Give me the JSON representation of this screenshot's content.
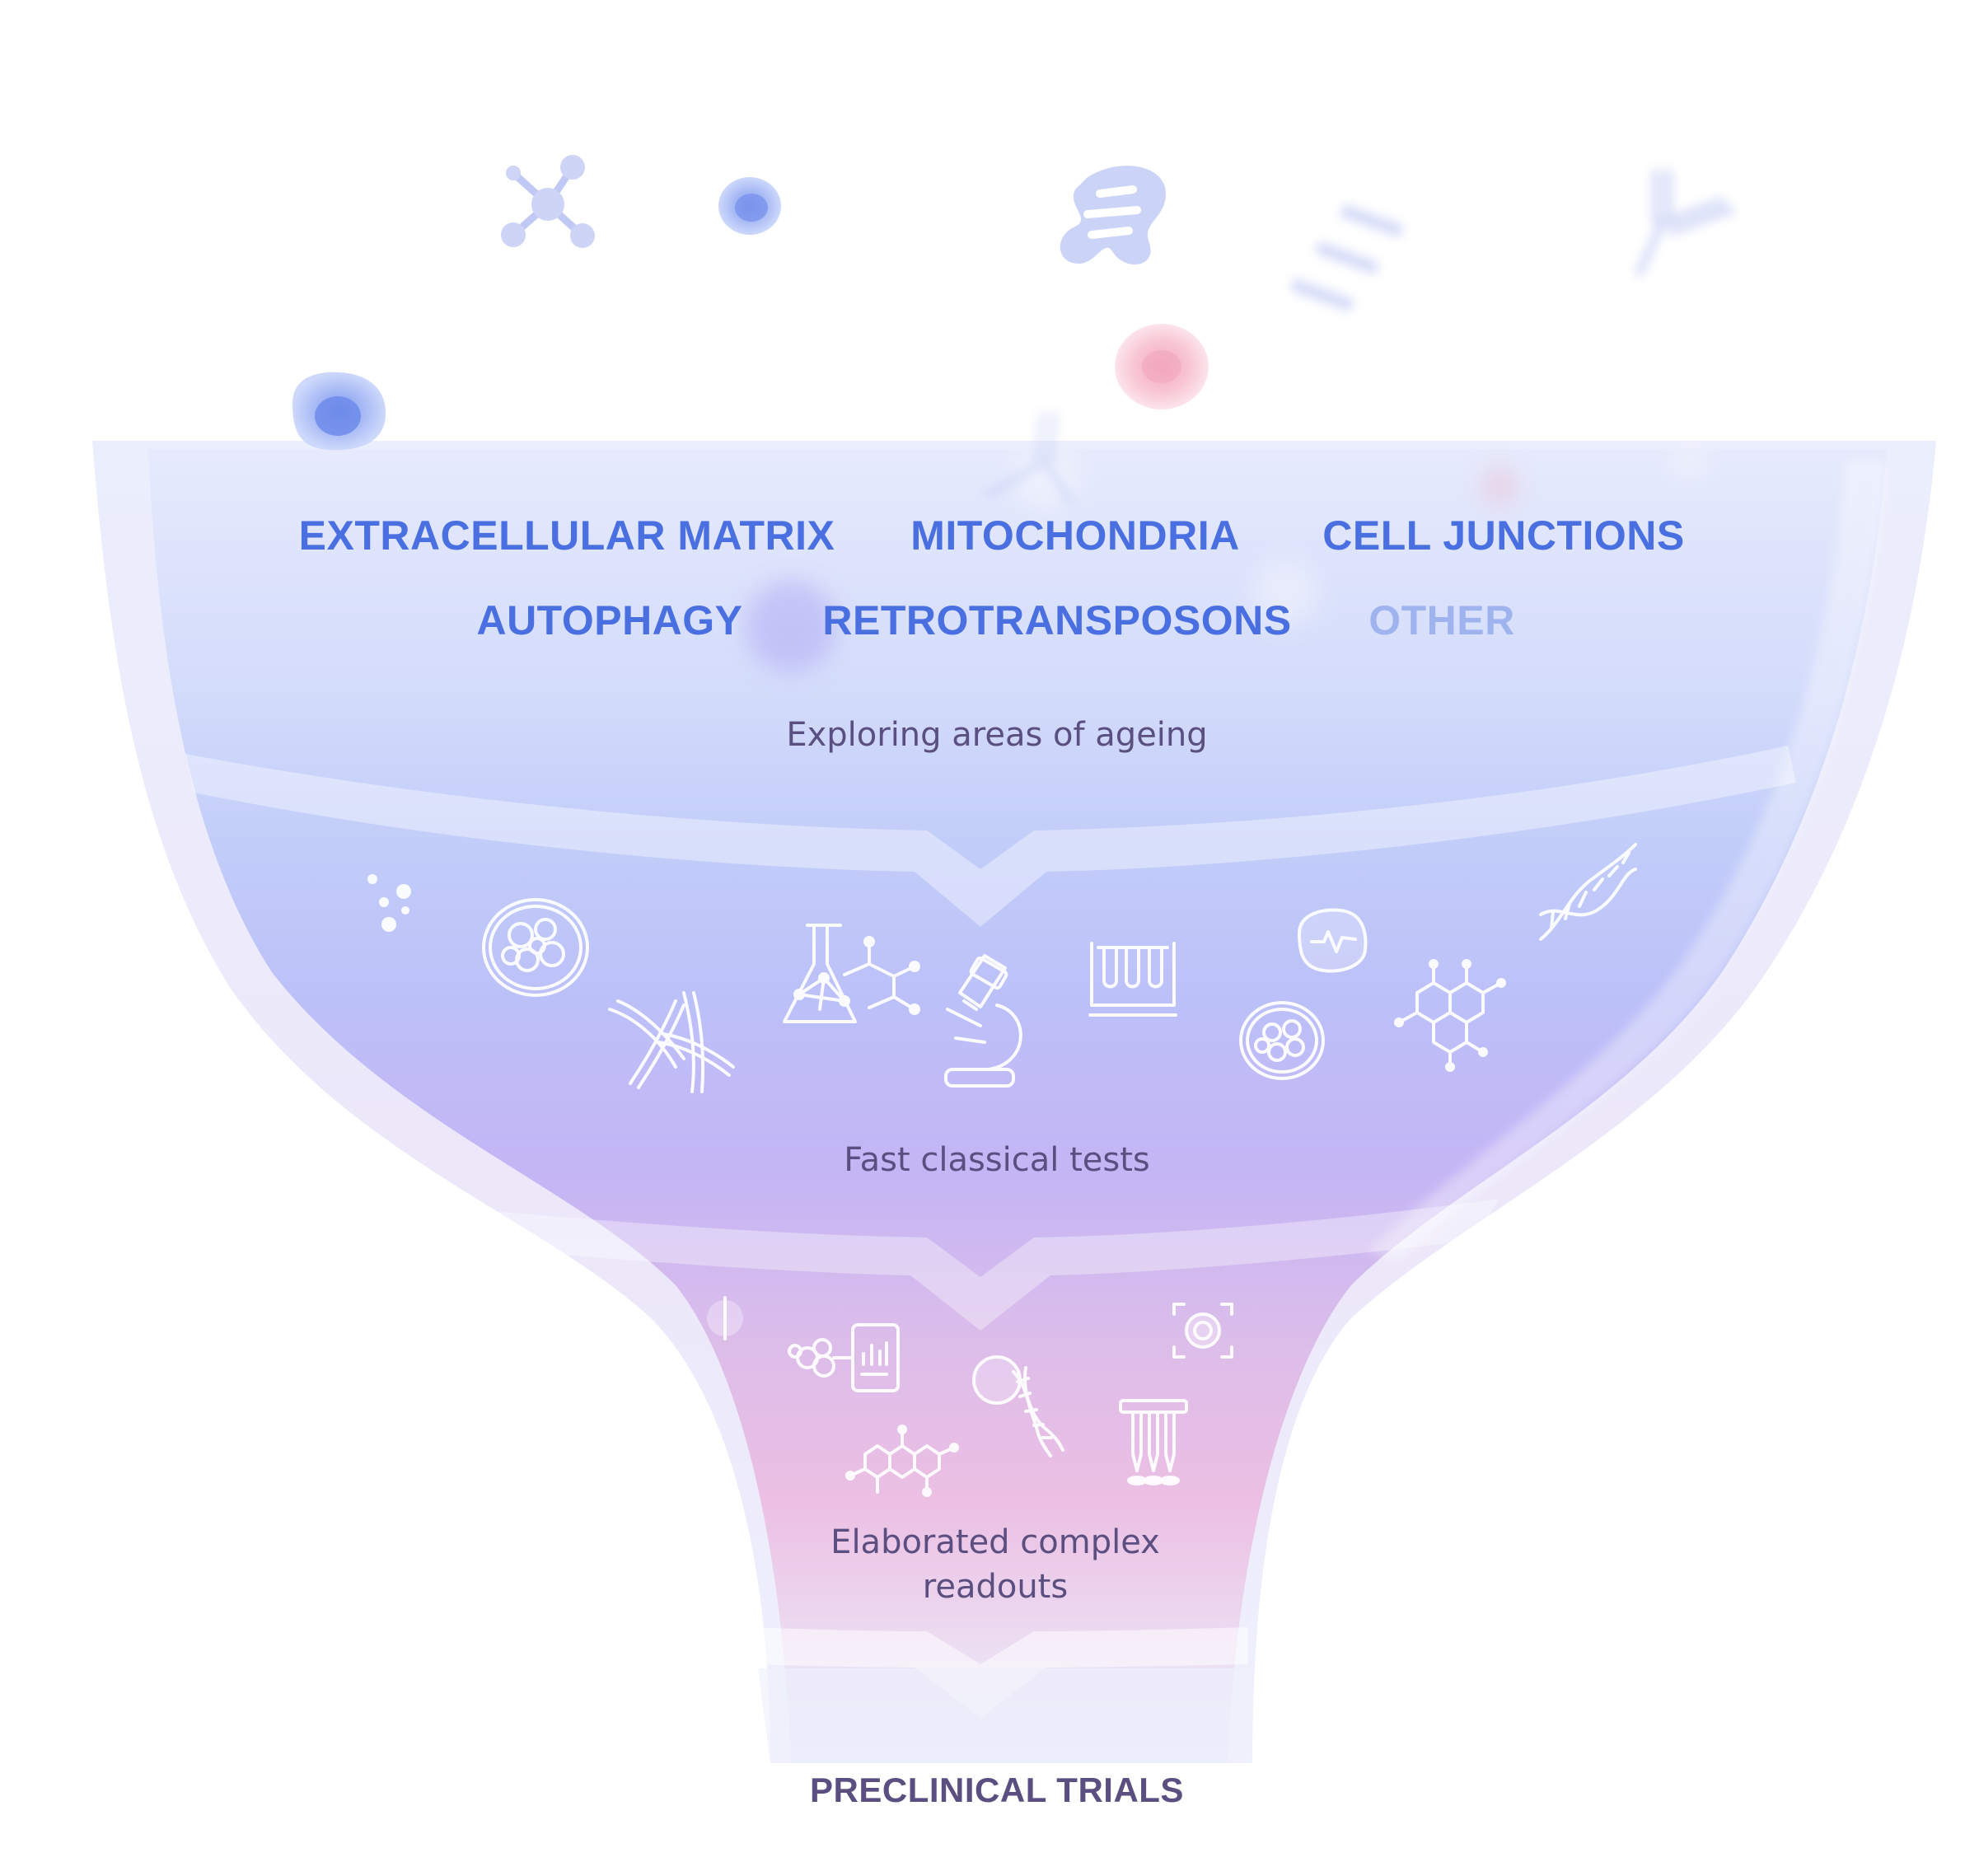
{
  "colors": {
    "area_label": "#4a6fe0",
    "area_label_faded": "#9fb3ee",
    "stage_label": "#5a4f80",
    "bottom_label": "#5a4f80",
    "funnel_top": "#dfe5fb",
    "funnel_mid": "#b9b6f6",
    "funnel_low": "#e6b6e4",
    "funnel_rim": "#eef0fc"
  },
  "areas": [
    {
      "label": "EXTRACELLULAR MATRIX",
      "faded": false
    },
    {
      "label": "MITOCHONDRIA",
      "faded": false
    },
    {
      "label": "CELL JUNCTIONS",
      "faded": false
    },
    {
      "label": "AUTOPHAGY",
      "faded": false
    },
    {
      "label": "RETROTRANSPOSONS",
      "faded": false
    },
    {
      "label": "OTHER",
      "faded": true
    }
  ],
  "stages": [
    {
      "label": "Exploring areas of ageing"
    },
    {
      "label": "Fast classical tests"
    },
    {
      "label": "Elaborated complex readouts"
    }
  ],
  "bottom": {
    "label": "PRECLINICAL TRIALS"
  },
  "icons": {
    "floating": [
      "molecule-icon",
      "cell-icon",
      "mitochondria-icon",
      "cell-junction-icon",
      "red-cell-icon",
      "antibody-icon",
      "large-cell-icon"
    ],
    "tier_two": [
      "dots-icon",
      "petri-dish-icon",
      "chromosome-icon",
      "flask-molecule-icon",
      "microscope-icon",
      "test-tubes-icon",
      "petri-dish-small-icon",
      "cell-signal-icon",
      "hexagon-molecule-icon",
      "dna-helix-icon"
    ],
    "tier_three": [
      "half-cell-icon",
      "cell-analysis-icon",
      "cell-dna-icon",
      "hexagon-compound-icon",
      "pipette-rack-icon",
      "cell-focus-icon"
    ]
  }
}
